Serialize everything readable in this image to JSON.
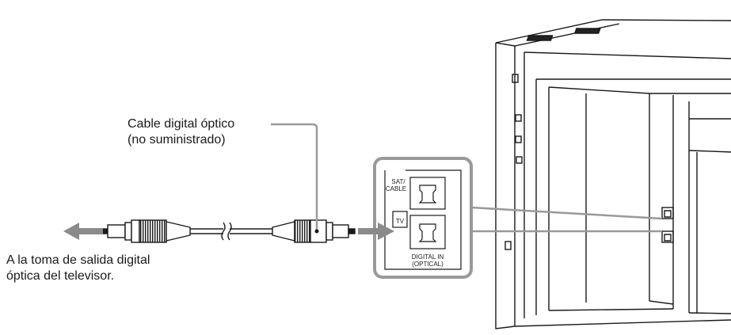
{
  "labels": {
    "cable_line1": "Cable digital óptico",
    "cable_line2": "(no suministrado)",
    "tv_line1": "A la toma de salida digital",
    "tv_line2": "óptica del televisor."
  },
  "panel": {
    "sat_cable_line1": "SAT/",
    "sat_cable_line2": "CABLE",
    "tv": "TV",
    "digital_in_line1": "DIGITAL IN",
    "digital_in_line2": "(OPTICAL)"
  },
  "colors": {
    "line": "#1a1a1a",
    "arrow_gray": "#8a8a8a",
    "callout_gray": "#999999"
  }
}
